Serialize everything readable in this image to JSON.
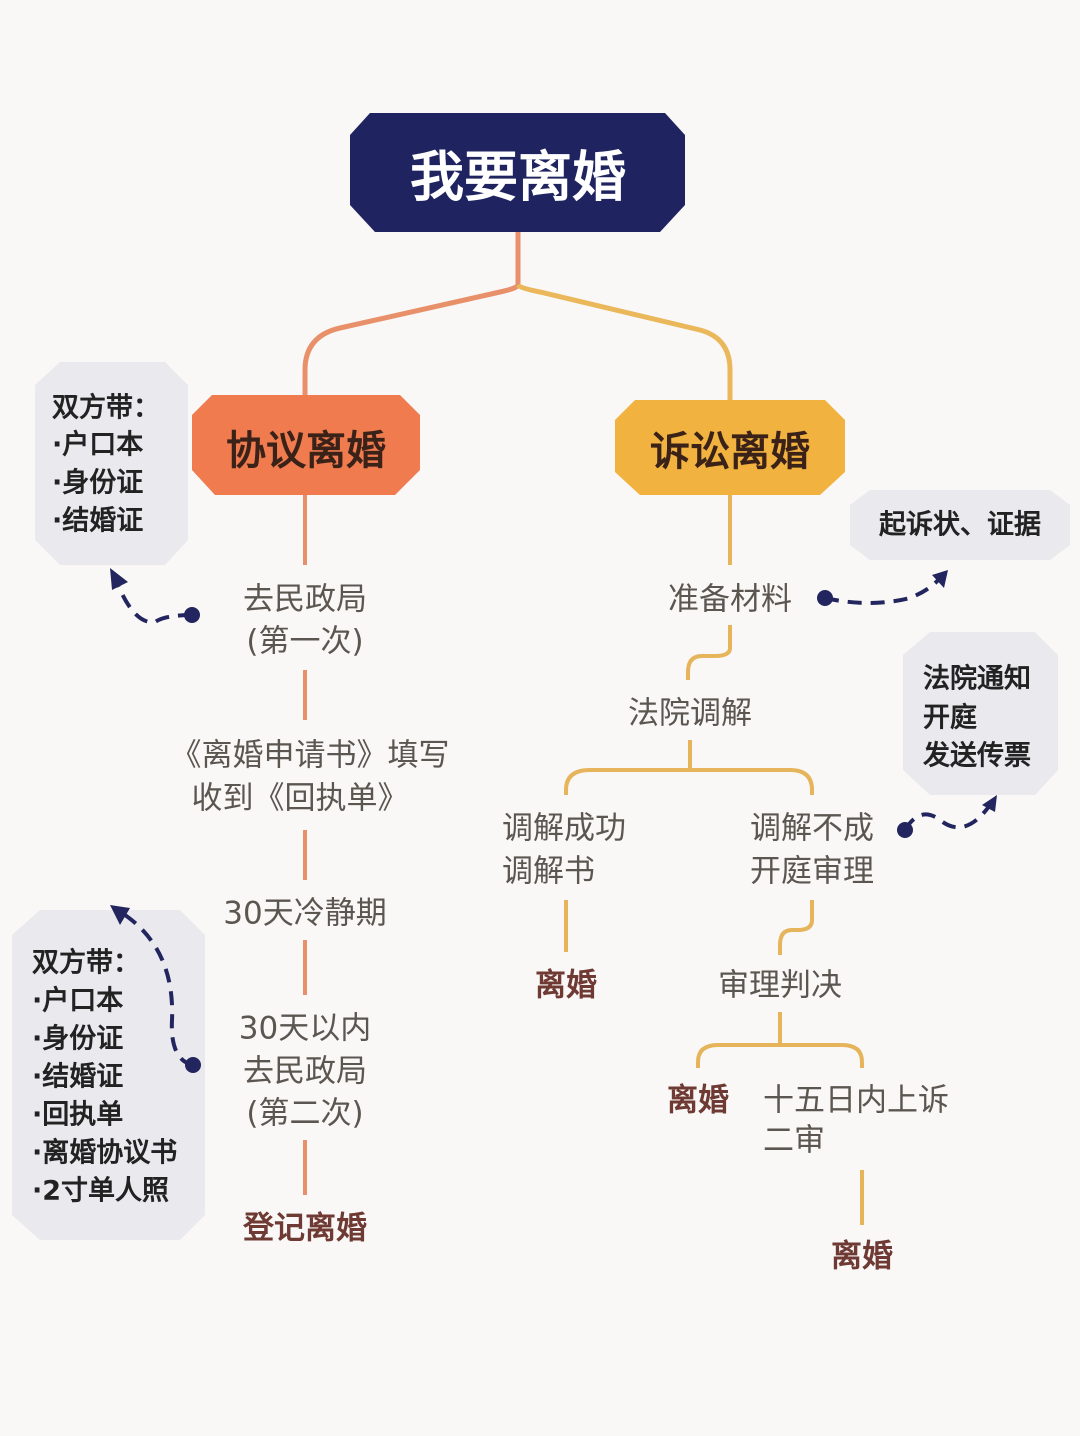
{
  "title": "我要离婚",
  "colors": {
    "navy": "#1f2461",
    "orange": "#ef7b4f",
    "gold": "#f2b23f",
    "note_bg": "#e9e9ee"
  },
  "left": {
    "category": "协议离婚",
    "note1": [
      "双方带：",
      "·户口本",
      "·身份证",
      "·结婚证"
    ],
    "steps": {
      "s1a": "去民政局",
      "s1b": "(第一次)",
      "s2a": "《离婚申请书》填写",
      "s2b": "收到《回执单》",
      "s3": "30天冷静期",
      "s4a": "30天以内",
      "s4b": "去民政局",
      "s4c": "(第二次)",
      "end": "登记离婚"
    },
    "note2": [
      "双方带：",
      "·户口本",
      "·身份证",
      "·结婚证",
      "·回执单",
      "·离婚协议书",
      "·2寸单人照"
    ]
  },
  "right": {
    "category": "诉讼离婚",
    "prepare": "准备材料",
    "note_prepare": "起诉状、证据",
    "mediation": "法院调解",
    "success_a": "调解成功",
    "success_b": "调解书",
    "success_end": "离婚",
    "fail_a": "调解不成",
    "fail_b": "开庭审理",
    "note_court": [
      "法院通知",
      "开庭",
      "发送传票"
    ],
    "judgment": "审理判决",
    "judgment_end": "离婚",
    "appeal_a": "十五日内上诉",
    "appeal_b": "二审",
    "appeal_end": "离婚"
  }
}
